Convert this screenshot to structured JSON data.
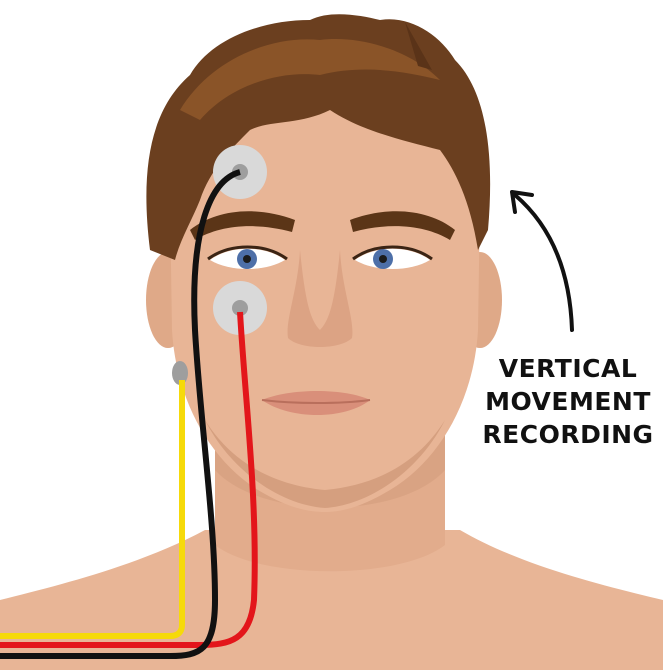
{
  "annotation": {
    "lines": [
      "VERTICAL",
      "MOVEMENT",
      "RECORDING"
    ],
    "arrow": "curved-arrow-icon"
  },
  "colors": {
    "skin": "#E8B596",
    "skin_shadow": "#D59F7F",
    "hair": "#6B3F1F",
    "hair_light": "#8A5428",
    "eyebrow": "#5B3517",
    "iris": "#4D6FA8",
    "electrode_pad": "#D9D9D9",
    "electrode_cap": "#9E9E9E",
    "wire_black": "#111111",
    "wire_red": "#E3161B",
    "wire_yellow": "#F6DA0A",
    "lips": "#D98F7A",
    "text": "#111111"
  },
  "electrodes": [
    {
      "name": "upper-eye-electrode",
      "wire": "black"
    },
    {
      "name": "lower-eye-electrode",
      "wire": "red"
    },
    {
      "name": "ear-reference-electrode",
      "wire": "yellow"
    }
  ]
}
